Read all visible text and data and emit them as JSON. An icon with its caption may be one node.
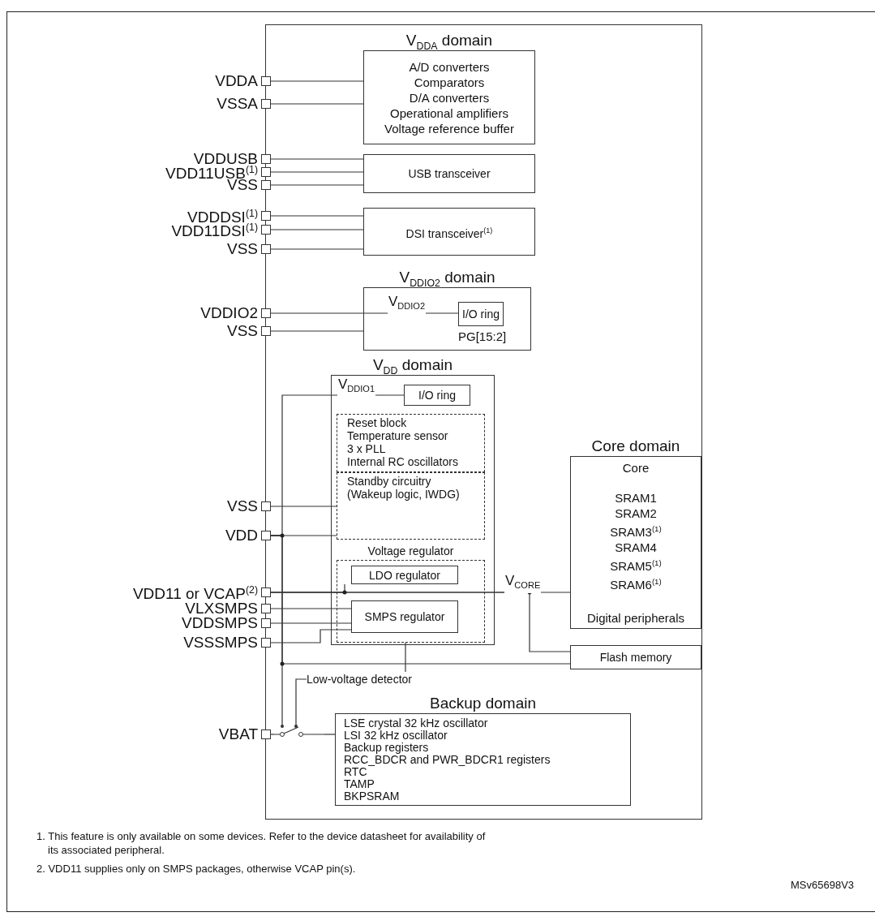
{
  "diagram": {
    "nodes": [
      {
        "text": [],
        "shape": "box"
      },
      {
        "text": [
          "V$_{DDA}$ domain",
          "A/D converters",
          "Comparators",
          "D/A converters",
          "Operational amplifiers",
          "Voltage reference buffer"
        ],
        "in": 0
      },
      {
        "text": [
          "USB transceiver"
        ],
        "in": 0
      },
      {
        "text": [
          "DSI transceiver$^{(1)}$"
        ],
        "in": 0
      },
      {
        "text": [
          "V$_{DDIO2}$ domain"
        ],
        "in": 0
      },
      {
        "text": [
          "I/O ring"
        ],
        "in": 4,
        "beside": [
          "PG[15:2]"
        ]
      },
      {
        "text": [
          "V$_{DD}$ domain"
        ],
        "in": 0
      },
      {
        "text": [
          "I/O ring"
        ],
        "in": 6
      },
      {
        "text": [
          "Reset block",
          "Temperature sensor",
          "3 x PLL",
          "Internal RC oscillators"
        ],
        "in": 6
      },
      {
        "text": [
          "Standby circuitry",
          "(Wakeup logic, IWDG)"
        ],
        "in": 6
      },
      {
        "text": [
          "Voltage regulator"
        ],
        "in": 6
      },
      {
        "text": [
          "LDO regulator"
        ],
        "in": 10
      },
      {
        "text": [
          "SMPS regulator"
        ],
        "in": 10
      },
      {
        "text": [
          "Core domain",
          "Core",
          "SRAM1",
          "SRAM2",
          "SRAM3$^{(1)}$",
          "SRAM4",
          "SRAM5$^{(1)}$",
          "SRAM6$^{(1)}$",
          "Digital peripherals"
        ],
        "in": 0
      },
      {
        "text": [
          "Flash memory"
        ],
        "in": 0
      },
      {
        "text": [
          "Backup domain",
          "LSE crystal 32 kHz oscillator",
          "LSI 32 kHz oscillator",
          "Backup registers",
          "RCC_BDCR and PWR_BDCR1 registers",
          "RTC",
          "TAMP",
          "BKPSRAM"
        ],
        "in": 0
      },
      {
        "text": [
          "Low-voltage detector"
        ],
        "in": 0
      },
      {
        "text": [],
        "shape": "switch",
        "in": 0
      },
      {
        "text": [
          "VDDA"
        ]
      },
      {
        "text": [
          "VSSA"
        ]
      },
      {
        "text": [
          "VDDUSB"
        ]
      },
      {
        "text": [
          "VDD11USB$^{(1)}$"
        ]
      },
      {
        "text": [
          "VSS"
        ]
      },
      {
        "text": [
          "VDDDSI$^{(1)}$"
        ]
      },
      {
        "text": [
          "VDD11DSI$^{(1)}$"
        ]
      },
      {
        "text": [
          "VSS"
        ]
      },
      {
        "text": [
          "VDDIO2"
        ]
      },
      {
        "text": [
          "VSS"
        ]
      },
      {
        "text": [
          "VSS"
        ]
      },
      {
        "text": [
          "VDD"
        ]
      },
      {
        "text": [
          "VDD11 or VCAP$^{(2)}$"
        ]
      },
      {
        "text": [
          "VLXSMPS"
        ]
      },
      {
        "text": [
          "VDDSMPS"
        ]
      },
      {
        "text": [
          "VSSSMPS"
        ]
      },
      {
        "text": [
          "VBAT"
        ]
      }
    ],
    "edges": [
      {
        "from": 18,
        "to": 1,
        "arrow": "none"
      },
      {
        "from": 19,
        "to": 1,
        "arrow": "none"
      },
      {
        "from": 20,
        "to": 2,
        "arrow": "none"
      },
      {
        "from": 21,
        "to": 2,
        "arrow": "none"
      },
      {
        "from": 22,
        "to": 2,
        "arrow": "none"
      },
      {
        "from": 23,
        "to": 3,
        "arrow": "none"
      },
      {
        "from": 24,
        "to": 3,
        "arrow": "none"
      },
      {
        "from": 25,
        "to": 3,
        "arrow": "none"
      },
      {
        "from": 26,
        "to": 5,
        "arrow": "none",
        "label": "V$_{DDIO2}$"
      },
      {
        "from": 27,
        "to": 4,
        "arrow": "none"
      },
      {
        "from": 28,
        "to": 9,
        "arrow": "none"
      },
      {
        "from": 29,
        "to": 9,
        "arrow": "none"
      },
      {
        "from": 29,
        "to": 7,
        "arrow": "none",
        "label": "V$_{DDIO1}$"
      },
      {
        "from": 29,
        "to": 14,
        "arrow": "none"
      },
      {
        "from": 29,
        "to": 17,
        "arrow": "none"
      },
      {
        "from": 30,
        "to": 11,
        "arrow": "none"
      },
      {
        "from": 30,
        "to": 13,
        "arrow": "none",
        "label": "V$_{CORE}$"
      },
      {
        "from": 30,
        "to": 14,
        "arrow": "none"
      },
      {
        "from": 31,
        "to": 12,
        "arrow": "none"
      },
      {
        "from": 32,
        "to": 12,
        "arrow": "none"
      },
      {
        "from": 33,
        "to": 12,
        "arrow": "none"
      },
      {
        "from": 34,
        "to": 17,
        "arrow": "none"
      },
      {
        "from": 17,
        "to": 15,
        "arrow": "none"
      },
      {
        "from": 10,
        "to": 16,
        "arrow": "none"
      },
      {
        "from": 16,
        "to": 17,
        "arrow": "none"
      }
    ],
    "labels": [
      "1. This feature is only available on some devices. Refer to the device datasheet for availability of its associated peripheral.",
      "2. VDD11 supplies only on SMPS packages, otherwise VCAP pin(s).",
      "MSv65698V3"
    ]
  }
}
